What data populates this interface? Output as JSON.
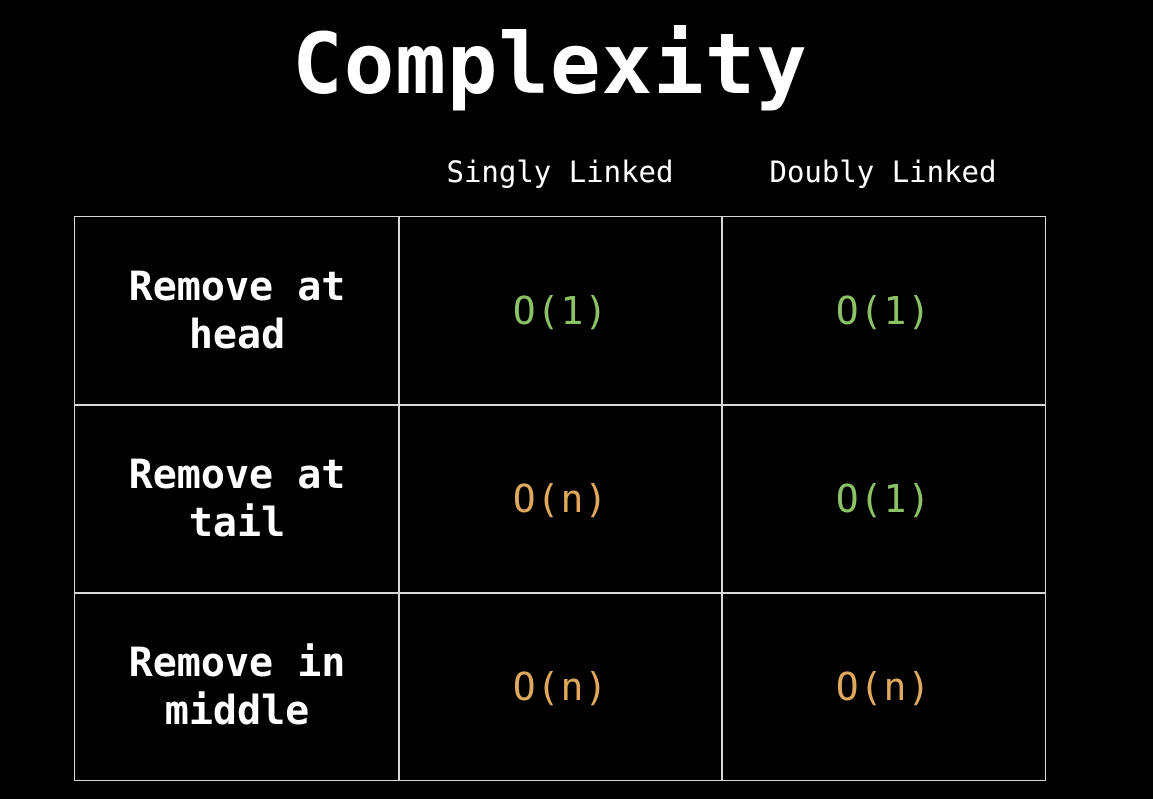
{
  "title": "Complexity",
  "columns": [
    "Singly Linked",
    "Doubly Linked"
  ],
  "rows": [
    {
      "label": "Remove at\nhead",
      "values": [
        {
          "text": "O(1)",
          "color": "#8cc266"
        },
        {
          "text": "O(1)",
          "color": "#8cc266"
        }
      ]
    },
    {
      "label": "Remove at\ntail",
      "values": [
        {
          "text": "O(n)",
          "color": "#e0a85c"
        },
        {
          "text": "O(1)",
          "color": "#8cc266"
        }
      ]
    },
    {
      "label": "Remove in\nmiddle",
      "values": [
        {
          "text": "O(n)",
          "color": "#e0a85c"
        },
        {
          "text": "O(n)",
          "color": "#e0a85c"
        }
      ]
    }
  ]
}
